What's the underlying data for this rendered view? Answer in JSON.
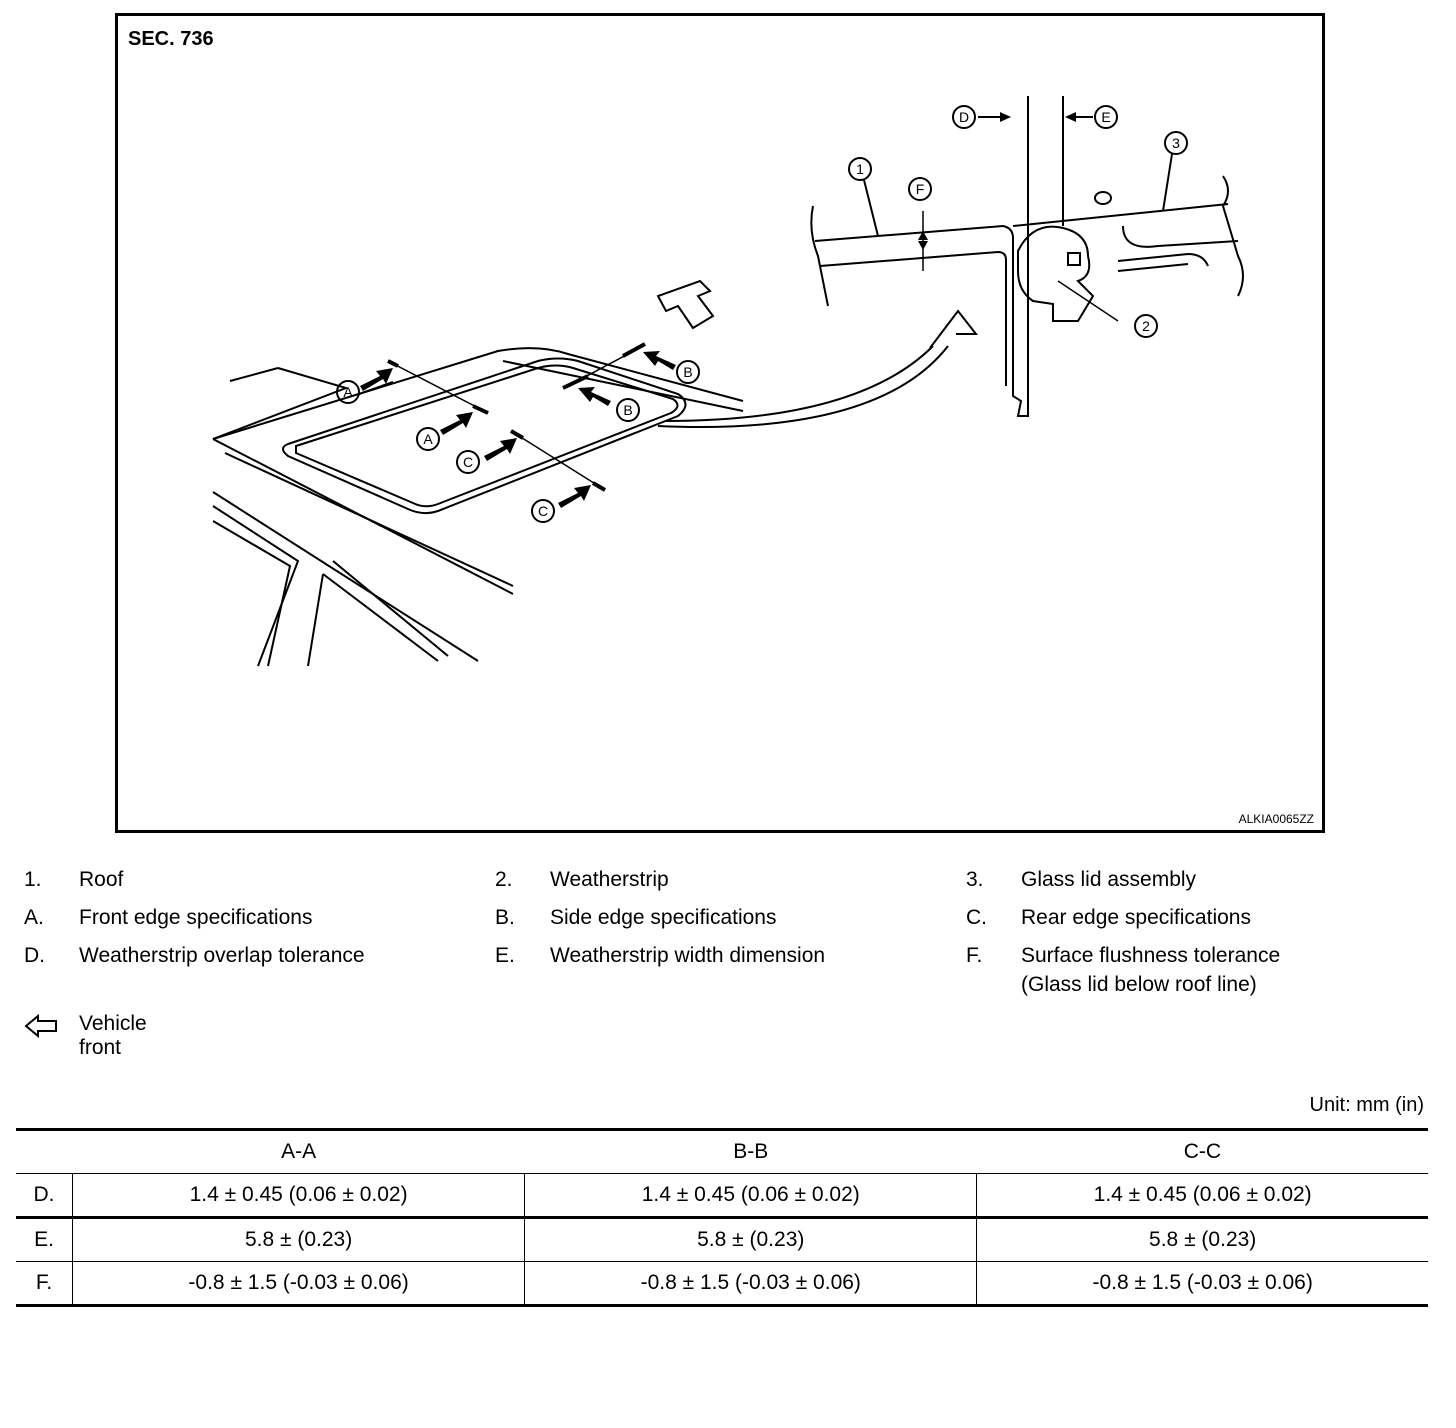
{
  "figure": {
    "section": "SEC. 736",
    "figure_id": "ALKIA0065ZZ",
    "callouts": {
      "A": "A",
      "B": "B",
      "C": "C",
      "D": "D",
      "E": "E",
      "F": "F",
      "n1": "1",
      "n2": "2",
      "n3": "3"
    }
  },
  "legend": [
    {
      "key": "1.",
      "text": "Roof"
    },
    {
      "key": "2.",
      "text": "Weatherstrip"
    },
    {
      "key": "3.",
      "text": "Glass lid assembly"
    },
    {
      "key": "A.",
      "text": "Front edge specifications"
    },
    {
      "key": "B.",
      "text": "Side edge specifications"
    },
    {
      "key": "C.",
      "text": "Rear edge specifications"
    },
    {
      "key": "D.",
      "text": "Weatherstrip overlap tolerance"
    },
    {
      "key": "E.",
      "text": "Weatherstrip width dimension"
    },
    {
      "key": "F.",
      "text": "Surface flushness tolerance",
      "text2": "(Glass lid below roof line)"
    }
  ],
  "vehicle_front": {
    "icon": "outline-arrow-left-icon",
    "label": "Vehicle front"
  },
  "table": {
    "unit": "Unit: mm (in)",
    "columns": [
      "",
      "A-A",
      "B-B",
      "C-C"
    ],
    "rows": [
      {
        "label": "D.",
        "values": [
          "1.4 ± 0.45 (0.06 ± 0.02)",
          "1.4 ± 0.45 (0.06 ± 0.02)",
          "1.4 ± 0.45 (0.06 ± 0.02)"
        ]
      },
      {
        "label": "E.",
        "values": [
          "5.8 ± (0.23)",
          "5.8 ± (0.23)",
          "5.8 ± (0.23)"
        ]
      },
      {
        "label": "F.",
        "values": [
          "-0.8 ± 1.5 (-0.03 ± 0.06)",
          "-0.8 ± 1.5 (-0.03 ± 0.06)",
          "-0.8 ± 1.5 (-0.03 ± 0.06)"
        ]
      }
    ]
  }
}
